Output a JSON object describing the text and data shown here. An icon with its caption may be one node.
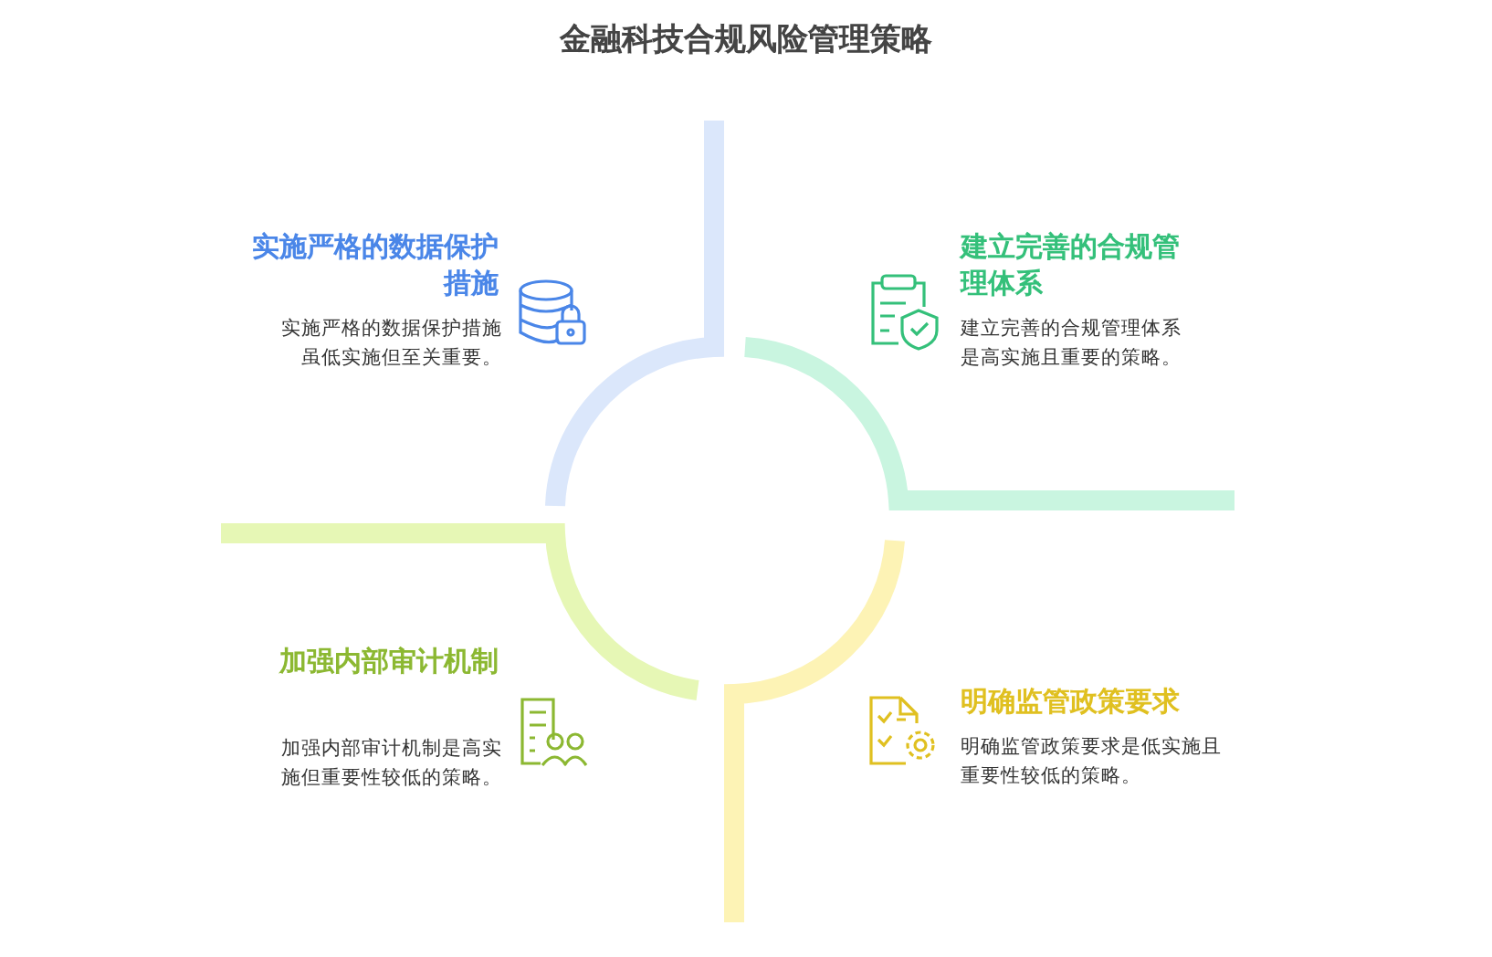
{
  "diagram": {
    "title": "金融科技合规风险管理策略",
    "labels": [
      "实施严格的数据保护措施",
      "实施严格的数据保护措施虽低实施但至关重要。",
      "建立完善的合规管理体系",
      "建立完善的合规管理体系是高实施且重要的策略。",
      "加强内部审计机制",
      "加强内部审计机制是高实施但重要性较低的策略。",
      "明确监管政策要求",
      "明确监管政策要求是低实施且重要性较低的策略。"
    ]
  }
}
